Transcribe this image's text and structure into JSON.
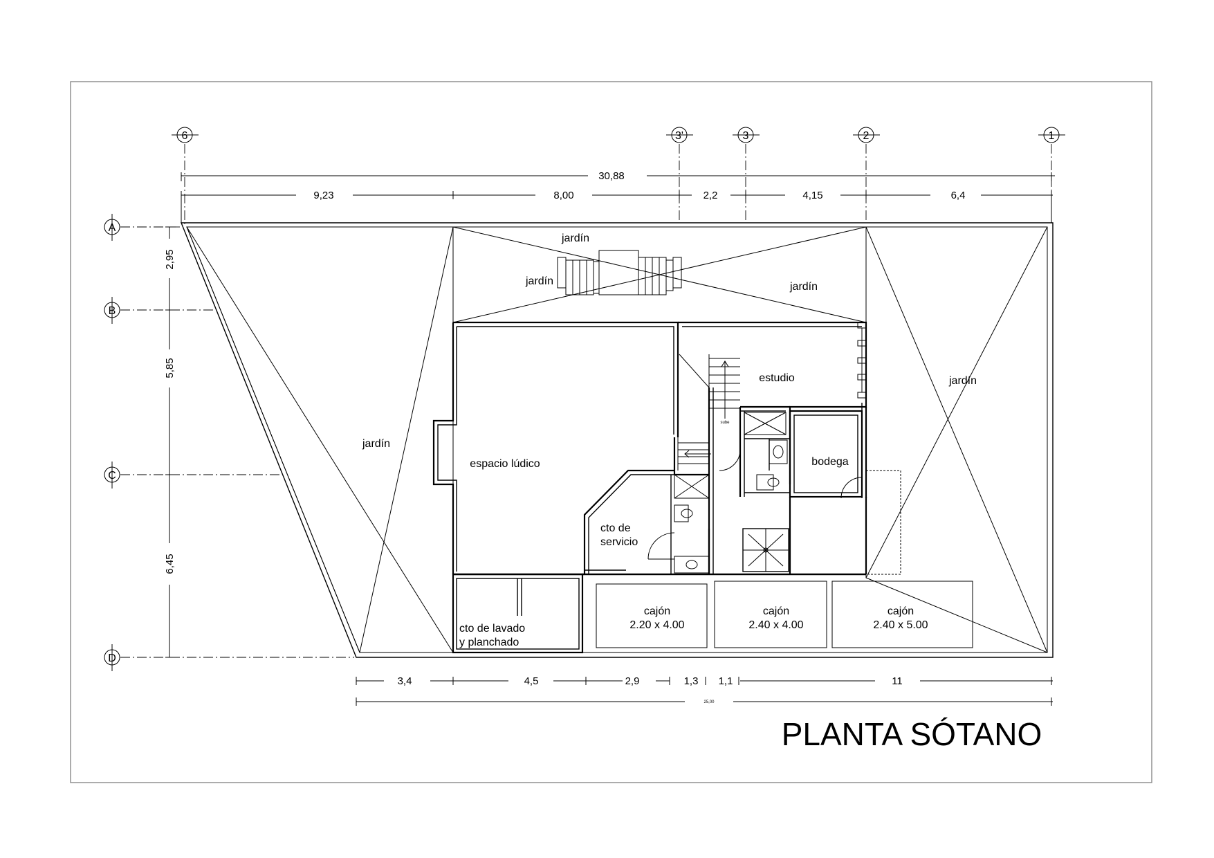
{
  "title": "PLANTA SÓTANO",
  "grid": {
    "columns": [
      "6",
      "3'",
      "3",
      "2",
      "1"
    ],
    "rows": [
      "A",
      "B",
      "C",
      "D"
    ]
  },
  "dimensions": {
    "top_total": "30,88",
    "top_segments": [
      "9,23",
      "8,00",
      "2,2",
      "4,15",
      "6,4"
    ],
    "left_segments": [
      "2,95",
      "5,85",
      "6,45"
    ],
    "bottom_segments": [
      "3,4",
      "4,5",
      "2,9",
      "1,3",
      "1,1",
      "11"
    ],
    "bottom_total": "25,00"
  },
  "rooms": {
    "jardin_top": "jardín",
    "jardin_top_left": "jardín",
    "jardin_top_right": "jardín",
    "jardin_left": "jardín",
    "jardin_right": "jardín",
    "espacio_ludico": "espacio lúdico",
    "estudio": "estudio",
    "bodega": "bodega",
    "cto_servicio_1": "cto de",
    "cto_servicio_2": "servicio",
    "lavado_1": "cto de lavado",
    "lavado_2": "y planchado",
    "cajon_label": "cajón",
    "cajon1_size": "2.20 x 4.00",
    "cajon2_size": "2.40 x 4.00",
    "cajon3_size": "2.40 x 5.00"
  },
  "stair_note": "sube"
}
